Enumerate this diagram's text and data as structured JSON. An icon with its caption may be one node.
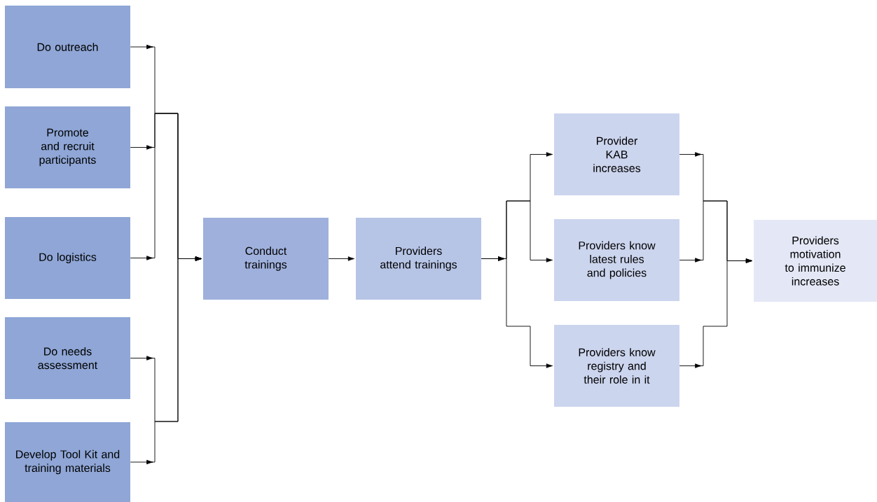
{
  "diagram": {
    "nodes": [
      {
        "text": [
          "Do outreach"
        ]
      },
      {
        "text": [
          "Promote and recruit participants"
        ]
      },
      {
        "text": [
          "Do logistics"
        ]
      },
      {
        "text": [
          "Do needs assessment"
        ]
      },
      {
        "text": [
          "Develop Tool Kit and training materials"
        ]
      },
      {
        "text": [
          "Conduct trainings"
        ]
      },
      {
        "text": [
          "Providers attend trainings"
        ]
      },
      {
        "text": [
          "Provider KAB increases"
        ]
      },
      {
        "text": [
          "Providers know latest rules and policies"
        ]
      },
      {
        "text": [
          "Providers know registry and their role in it"
        ]
      },
      {
        "text": [
          "Providers motivation to immunize increases"
        ]
      }
    ],
    "edges": [
      {
        "from": 0,
        "to": 5,
        "arrow": "to"
      },
      {
        "from": 1,
        "to": 5,
        "arrow": "to"
      },
      {
        "from": 2,
        "to": 5,
        "arrow": "to"
      },
      {
        "from": 3,
        "to": 5,
        "arrow": "to"
      },
      {
        "from": 4,
        "to": 5,
        "arrow": "to"
      },
      {
        "from": 5,
        "to": 6,
        "arrow": "to"
      },
      {
        "from": 6,
        "to": 7,
        "arrow": "to"
      },
      {
        "from": 6,
        "to": 8,
        "arrow": "to"
      },
      {
        "from": 6,
        "to": 9,
        "arrow": "to"
      },
      {
        "from": 7,
        "to": 10,
        "arrow": "to"
      },
      {
        "from": 8,
        "to": 10,
        "arrow": "to"
      },
      {
        "from": 9,
        "to": 10,
        "arrow": "to"
      }
    ]
  }
}
